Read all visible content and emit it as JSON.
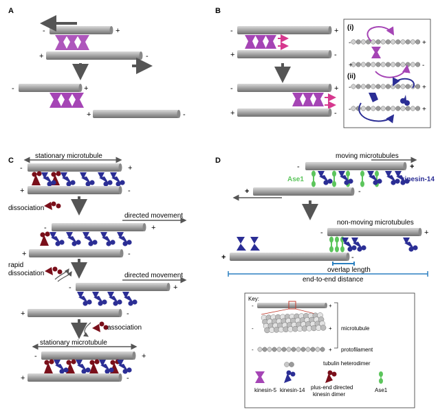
{
  "colors": {
    "kinesin5": "#a545b5",
    "kinesin14": "#2b2e95",
    "plus_end_kinesin": "#7a0f1a",
    "ase1": "#5cc55c",
    "microtubule": "#9a9a9a",
    "arrow": "#555555",
    "pink_arrow": "#d6388e",
    "blue_line": "#2a7fc0"
  },
  "panels": {
    "A": {
      "label": "A"
    },
    "B": {
      "label": "B",
      "inset_i": "(i)",
      "inset_ii": "(ii)"
    },
    "C": {
      "label": "C",
      "stationary_1": "stationary microtubule",
      "dissociation": "dissociation",
      "directed_movement_1": "directed movement",
      "rapid_dissociation_1": "rapid",
      "rapid_dissociation_2": "dissociation",
      "directed_movement_2": "directed movement",
      "association": "association",
      "stationary_2": "stationary microtubule"
    },
    "D": {
      "label": "D",
      "moving": "moving microtubules",
      "ase1": "Ase1",
      "kinesin14": "kinesin-14",
      "non_moving": "non-moving microtubules",
      "overlap_length": "overlap length",
      "end_to_end": "end-to-end distance"
    }
  },
  "signs": {
    "plus": "+",
    "minus": "-"
  },
  "key": {
    "title": "Key:",
    "microtubule": "microtubule",
    "protofilament": "protofilament",
    "tubulin_heterodimer": "tubulin heterodimer",
    "kinesin5": "kinesin-5",
    "kinesin14": "kinesin-14",
    "plus_end_1": "plus-end directed",
    "plus_end_2": "kinesin dimer",
    "ase1": "Ase1"
  }
}
